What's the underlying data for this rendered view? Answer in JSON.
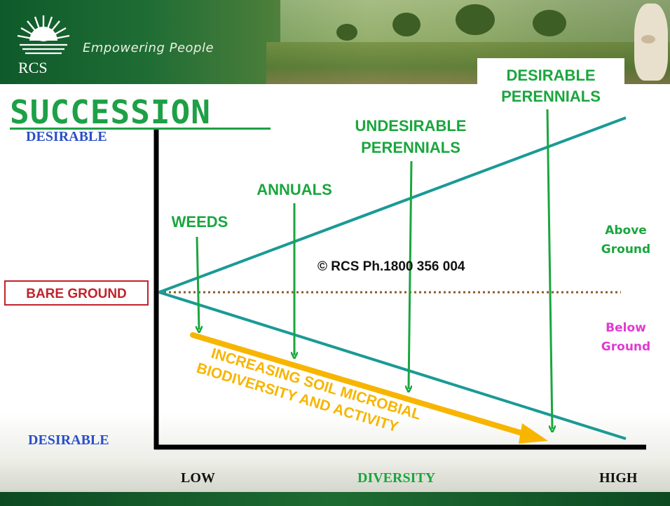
{
  "header": {
    "logo_text": "RCS",
    "tagline": "Empowering People"
  },
  "title": "SUCCESSION",
  "y_axis": {
    "top_label": "DESIRABLE",
    "bottom_label": "DESIRABLE",
    "baseline_label": "BARE GROUND"
  },
  "x_axis": {
    "left_label": "LOW",
    "center_label": "DIVERSITY",
    "right_label": "HIGH"
  },
  "stages": [
    {
      "label": "WEEDS"
    },
    {
      "label": "ANNUALS"
    },
    {
      "label": "UNDESIRABLE PERENNIALS"
    },
    {
      "label": "DESIRABLE PERENNIALS"
    }
  ],
  "zones": {
    "above": "Above Ground",
    "below": "Below Ground"
  },
  "trend_label": {
    "line1": "INCREASING SOIL MICROBIAL",
    "line2": "BIODIVERSITY AND ACTIVITY"
  },
  "copyright": "© RCS Ph.1800 356 004",
  "colors": {
    "teal_line": "#1a9a96",
    "arrow_green": "#1aa63e",
    "trend_orange": "#f7b500",
    "dotted_brown": "#8a5a2a",
    "title_green": "#1da046",
    "label_blue": "#2a4fc8",
    "bare_red": "#c0232b",
    "below_magenta": "#e03ad2"
  }
}
